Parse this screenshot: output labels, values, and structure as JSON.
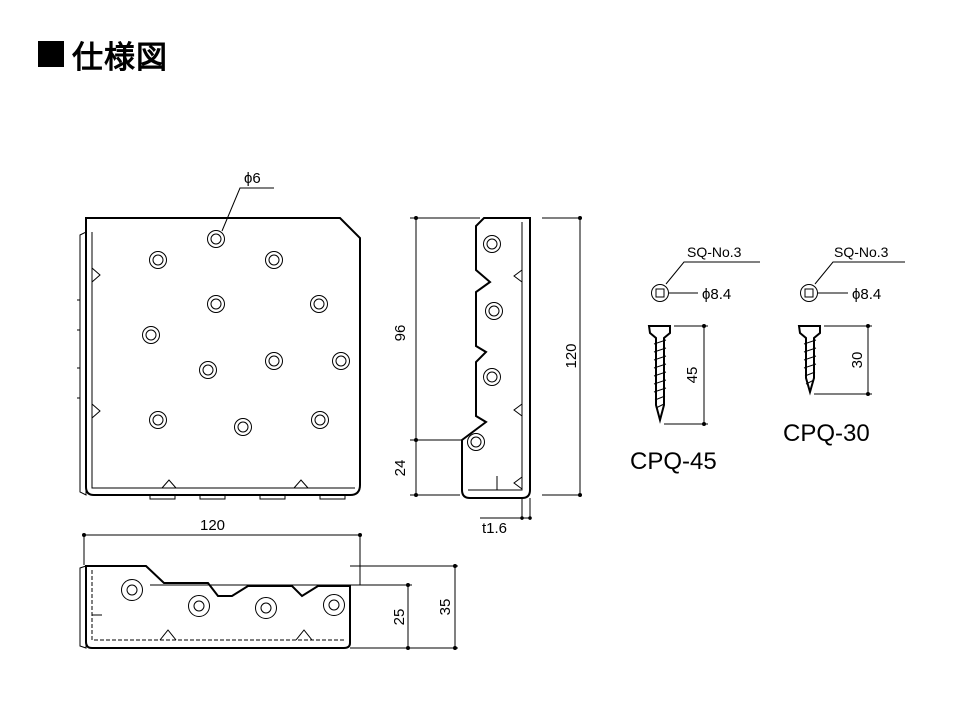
{
  "header": {
    "title": "仕様図"
  },
  "dimensions": {
    "hole_diameter": "ϕ6",
    "side_height_total": "120",
    "side_height_upper": "96",
    "side_height_lower": "24",
    "thickness": "t1.6",
    "bottom_width": "120",
    "bottom_depth_25": "25",
    "bottom_depth_35": "35"
  },
  "screws": [
    {
      "model": "CPQ-45",
      "drive": "SQ-No.3",
      "head_diameter": "ϕ8.4",
      "length": "45"
    },
    {
      "model": "CPQ-30",
      "drive": "SQ-No.3",
      "head_diameter": "ϕ8.4",
      "length": "30"
    }
  ]
}
